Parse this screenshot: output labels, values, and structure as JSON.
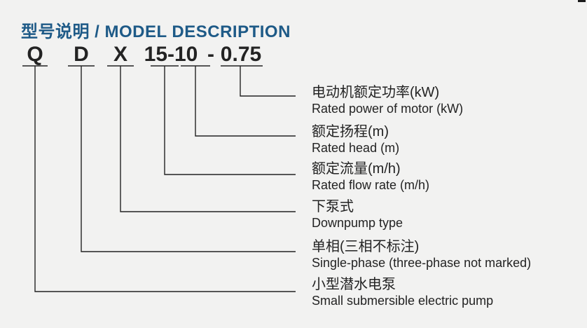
{
  "title": {
    "text": "型号说明 / MODEL DESCRIPTION"
  },
  "model_code": {
    "segments": [
      {
        "text": "Q"
      },
      {
        "text": "D"
      },
      {
        "text": "X"
      },
      {
        "text": "15-10"
      },
      {
        "text": "-"
      },
      {
        "text": "0.75"
      }
    ]
  },
  "descriptions": [
    {
      "code": "0.75",
      "zh": "电动机额定功率(kW)",
      "en": "Rated power of motor (kW)"
    },
    {
      "code": "10",
      "zh": "额定扬程(m)",
      "en": "Rated head (m)"
    },
    {
      "code": "15",
      "zh": "额定流量(m/h)",
      "en": "Rated flow rate (m/h)"
    },
    {
      "code": "X",
      "zh": "下泵式",
      "en": "Downpump type"
    },
    {
      "code": "D",
      "zh": "单相(三相不标注)",
      "en": "Single-phase (three-phase not marked)"
    },
    {
      "code": "Q",
      "zh": "小型潜水电泵",
      "en": "Small submersible electric pump"
    }
  ],
  "colors": {
    "background": "#f2f2f1",
    "ink": "#232323",
    "accent_title": "#1e5a87"
  }
}
